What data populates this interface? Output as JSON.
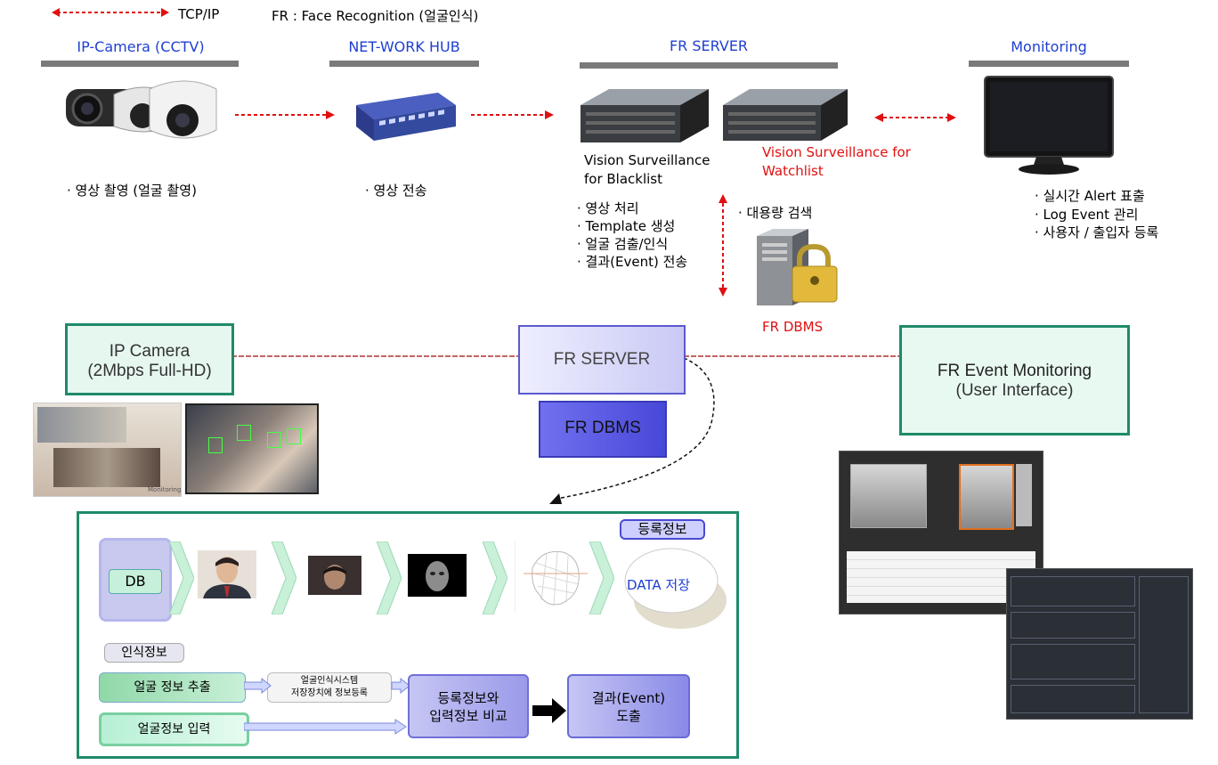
{
  "legend": {
    "tcp": "TCP/IP",
    "fr": "FR : Face Recognition (얼굴인식)"
  },
  "top": {
    "camera": {
      "title": "IP-Camera (CCTV)",
      "bullets": [
        "· 영상 촬영 (얼굴 촬영)"
      ]
    },
    "hub": {
      "title": "NET-WORK HUB",
      "bullets": [
        "· 영상 전송"
      ]
    },
    "server": {
      "title": "FR SERVER",
      "left_caption": [
        "Vision Surveillance",
        "for Blacklist"
      ],
      "right_caption": [
        "Vision Surveillance for",
        "Watchlist"
      ],
      "bullets": [
        "· 영상 처리",
        "· Template 생성",
        "· 얼굴 검출/인식",
        "· 결과(Event) 전송"
      ],
      "db_search": "· 대용량 검색",
      "dbms": "FR DBMS"
    },
    "monitoring": {
      "title": "Monitoring",
      "bullets": [
        "· 실시간 Alert 표출",
        "· Log Event 관리",
        "· 사용자 / 출입자 등록"
      ]
    }
  },
  "middle": {
    "ipcam_box": [
      "IP Camera",
      "(2Mbps Full-HD)"
    ],
    "server_box": "FR SERVER",
    "dbms_box": "FR DBMS",
    "monitor_box": [
      "FR Event Monitoring",
      "(User Interface)"
    ],
    "monitoring_caption": "Monitoring"
  },
  "process": {
    "registered_label": "등록정보",
    "db_label": "DB",
    "data_store": "DATA 저장",
    "recog_label": "인식정보",
    "extract": "얼굴 정보 추출",
    "input": "얼굴정보 입력",
    "store_note": [
      "얼굴인식시스템",
      "저장장치에 정보등록"
    ],
    "compare": [
      "등록정보와",
      "입력정보 비교"
    ],
    "result": [
      "결과(Event)",
      "도출"
    ]
  },
  "colors": {
    "accent_blue": "#1f3fd0",
    "red": "#e01010",
    "green_border": "#1f8a6a",
    "purple": "#5555e0"
  }
}
